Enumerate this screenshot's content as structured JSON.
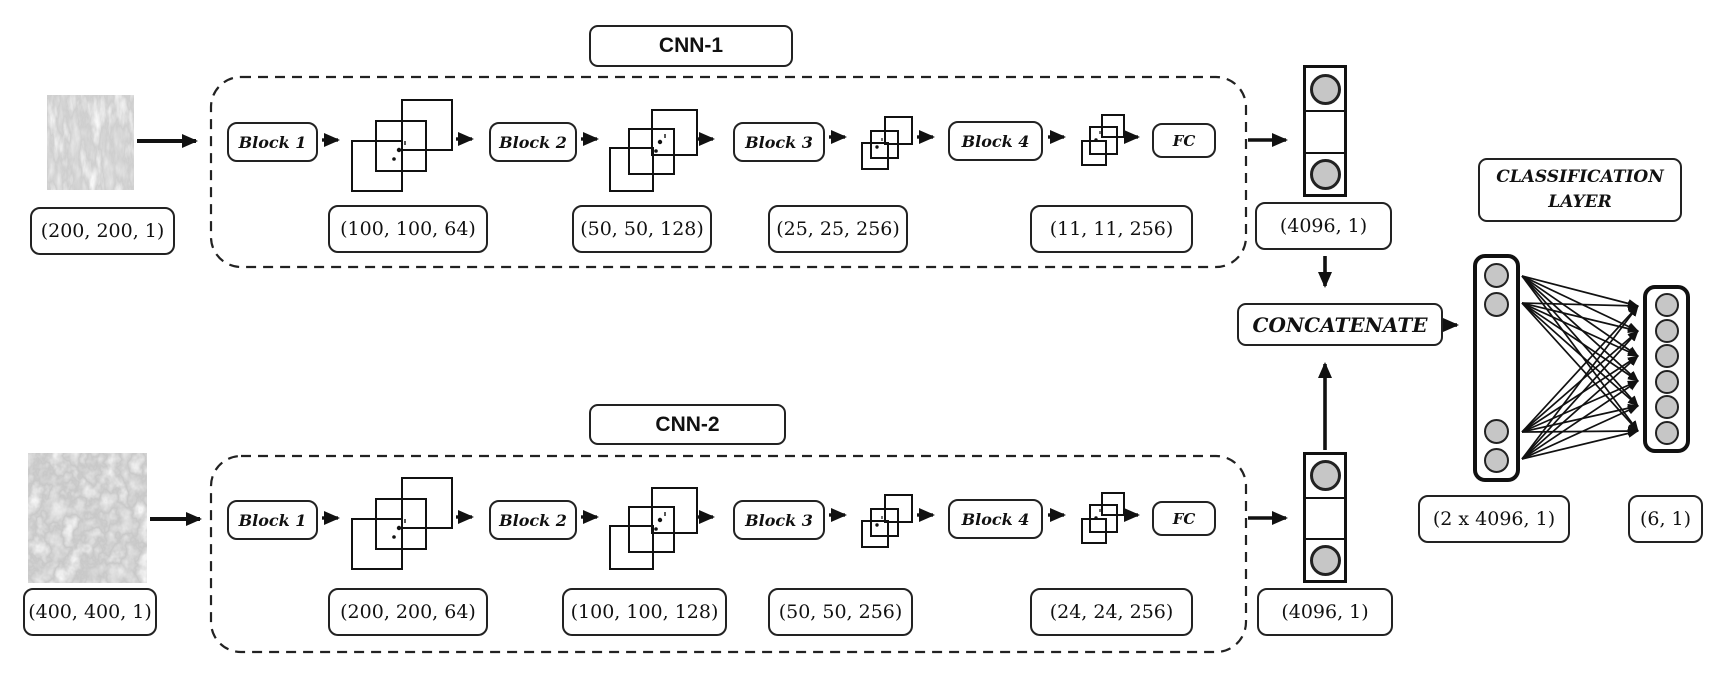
{
  "colors": {
    "stroke": "#111111",
    "node_fill": "#c6c6c6",
    "background": "#ffffff"
  },
  "cnn1": {
    "title": "CNN-1",
    "input_label": "(200, 200, 1)",
    "blocks": [
      "Block 1",
      "Block 2",
      "Block 3",
      "Block 4"
    ],
    "fc_label": "FC",
    "stage_labels": [
      "(100, 100, 64)",
      "(50, 50, 128)",
      "(25, 25, 256)",
      "(11, 11, 256)"
    ],
    "output_label": "(4096, 1)"
  },
  "cnn2": {
    "title": "CNN-2",
    "input_label": "(400, 400, 1)",
    "blocks": [
      "Block 1",
      "Block 2",
      "Block 3",
      "Block 4"
    ],
    "fc_label": "FC",
    "stage_labels": [
      "(200, 200, 64)",
      "(100, 100, 128)",
      "(50, 50, 256)",
      "(24, 24, 256)"
    ],
    "output_label": "(4096, 1)"
  },
  "merge": {
    "concatenate_label": "CONCATENATE",
    "concat_dim_label": "(2 x 4096, 1)",
    "classification_title": "CLASSIFICATION LAYER",
    "output_dim_label": "(6, 1)"
  }
}
